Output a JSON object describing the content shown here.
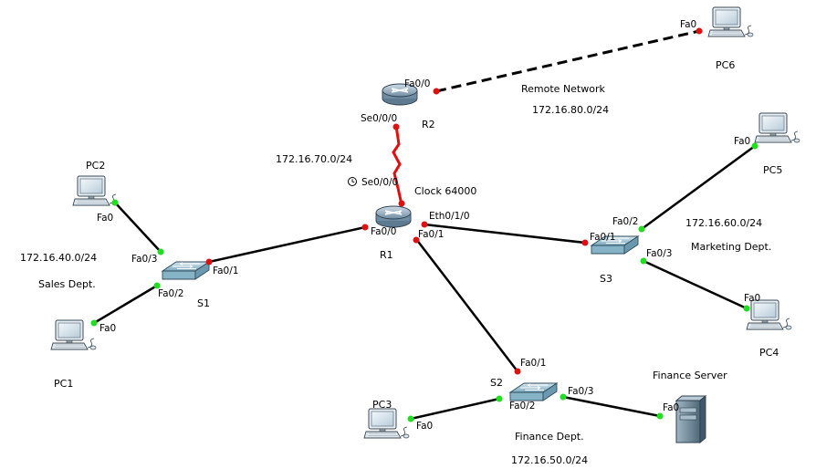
{
  "colors": {
    "link": "#000000",
    "serial_link": "#e01010",
    "port_up": "#22dd22",
    "port_down": "#e01010",
    "router_body": "#8aa4b8",
    "switch_body": "#9fc3d4",
    "pc_screen": "#d7e3ec",
    "server_body": "#6d8696"
  },
  "devices": {
    "r1": "R1",
    "r2": "R2",
    "s1": "S1",
    "s2": "S2",
    "s3": "S3",
    "pc1": "PC1",
    "pc2": "PC2",
    "pc3": "PC3",
    "pc4": "PC4",
    "pc5": "PC5",
    "pc6": "PC6",
    "finance_server": "Finance Server"
  },
  "ports": {
    "r2_fa0_0": "Fa0/0",
    "r2_se0_0_0": "Se0/0/0",
    "r1_se0_0_0": "Se0/0/0",
    "r1_fa0_0": "Fa0/0",
    "r1_fa0_1": "Fa0/1",
    "r1_eth0_1_0": "Eth0/1/0",
    "pc6_fa0": "Fa0",
    "pc2_fa0": "Fa0",
    "s1_fa0_3": "Fa0/3",
    "s1_fa0_1": "Fa0/1",
    "s1_fa0_2": "Fa0/2",
    "pc1_fa0": "Fa0",
    "s3_fa0_2": "Fa0/2",
    "s3_fa0_1": "Fa0/1",
    "s3_fa0_3": "Fa0/3",
    "pc5_fa0": "Fa0",
    "pc4_fa0": "Fa0",
    "s2_fa0_1": "Fa0/1",
    "s2_fa0_2": "Fa0/2",
    "s2_fa0_3": "Fa0/3",
    "pc3_fa0": "Fa0",
    "server_fa0": "Fa0"
  },
  "labels": {
    "clock_rate": "Clock 64000",
    "remote_network": "Remote Network",
    "remote_subnet": "172.16.80.0/24",
    "serial_subnet": "172.16.70.0/24",
    "sales_subnet": "172.16.40.0/24",
    "sales_dept": "Sales Dept.",
    "marketing_subnet": "172.16.60.0/24",
    "marketing_dept": "Marketing Dept.",
    "finance_dept": "Finance Dept.",
    "finance_subnet": "172.16.50.0/24"
  }
}
